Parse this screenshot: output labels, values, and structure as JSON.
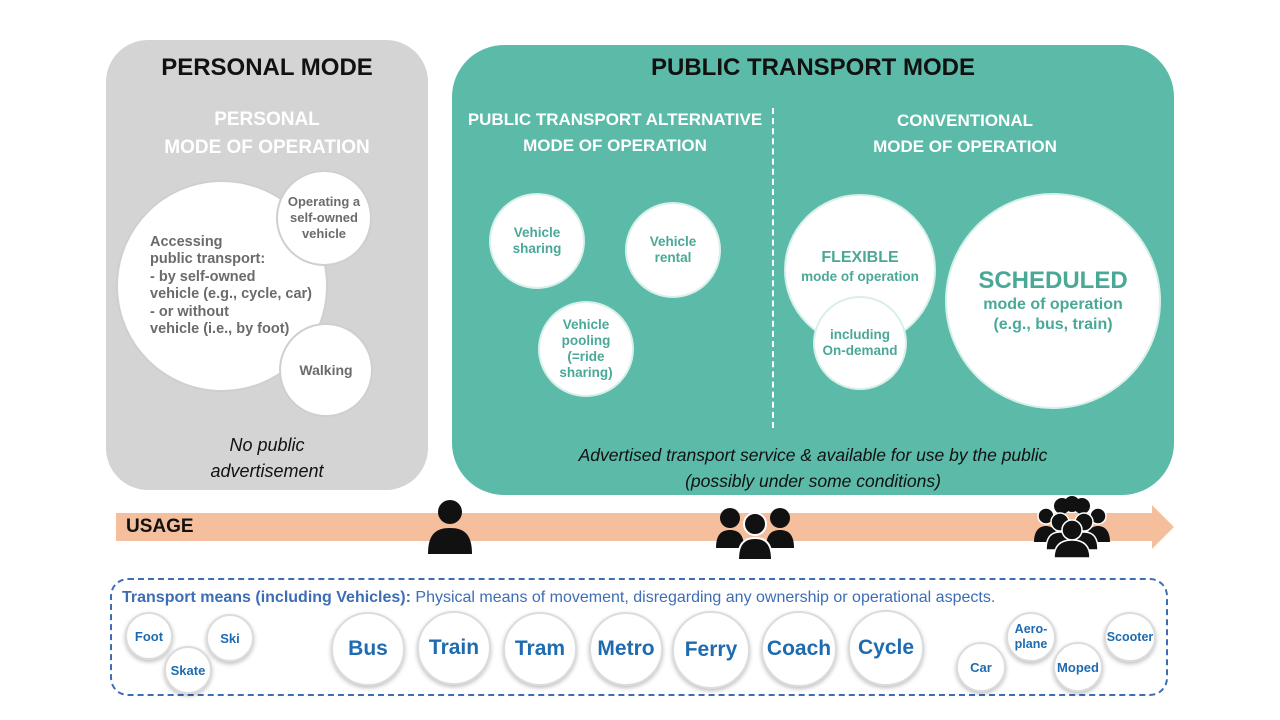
{
  "personal": {
    "title": "PERSONAL MODE",
    "subtitle_line1": "PERSONAL",
    "subtitle_line2": "MODE OF OPERATION",
    "big_circle": {
      "l1": "Accessing",
      "l2": "public transport:",
      "l3": "- by self-owned",
      "l4": "vehicle (e.g., cycle, car)",
      "l5": "- or without",
      "l6": "vehicle (i.e., by foot)"
    },
    "operating_circle": {
      "l1": "Operating a",
      "l2": "self-owned",
      "l3": "vehicle"
    },
    "walking_circle": "Walking",
    "note_line1": "No public",
    "note_line2": "advertisement"
  },
  "public": {
    "title": "PUBLIC TRANSPORT MODE",
    "alt_line1": "PUBLIC TRANSPORT ALTERNATIVE",
    "alt_line2": "MODE OF OPERATION",
    "conv_line1": "CONVENTIONAL",
    "conv_line2": "MODE OF OPERATION",
    "vehicle_sharing": {
      "l1": "Vehicle",
      "l2": "sharing"
    },
    "vehicle_rental": {
      "l1": "Vehicle",
      "l2": "rental"
    },
    "vehicle_pooling": {
      "l1": "Vehicle",
      "l2": "pooling",
      "l3": "(=ride",
      "l4": "sharing)"
    },
    "flexible": {
      "l1": "FLEXIBLE",
      "l2": "mode of operation"
    },
    "on_demand": {
      "l1": "including",
      "l2": "On-demand"
    },
    "scheduled": {
      "l1": "SCHEDULED",
      "l2": "mode of operation",
      "l3": "(e.g., bus, train)"
    },
    "note_line1": "Advertised transport service & available for use by the public",
    "note_line2": "(possibly under some conditions)"
  },
  "usage": {
    "label": "USAGE",
    "icons": [
      "single-person-icon",
      "small-group-icon",
      "crowd-icon"
    ]
  },
  "means": {
    "title_bold": "Transport  means (including Vehicles):",
    "title_rest": " Physical means of movement, disregarding any ownership or operational aspects.",
    "items": {
      "foot": "Foot",
      "ski": "Ski",
      "skate": "Skate",
      "bus": "Bus",
      "train": "Train",
      "tram": "Tram",
      "metro": "Metro",
      "ferry": "Ferry",
      "coach": "Coach",
      "cycle": "Cycle",
      "aero_l1": "Aero-",
      "aero_l2": "plane",
      "car": "Car",
      "moped": "Moped",
      "scooter": "Scooter"
    }
  },
  "colors": {
    "teal": "#5bbaa8",
    "grey": "#d4d4d4",
    "arrow": "#f5be9d",
    "blue": "#1e6bb0"
  }
}
